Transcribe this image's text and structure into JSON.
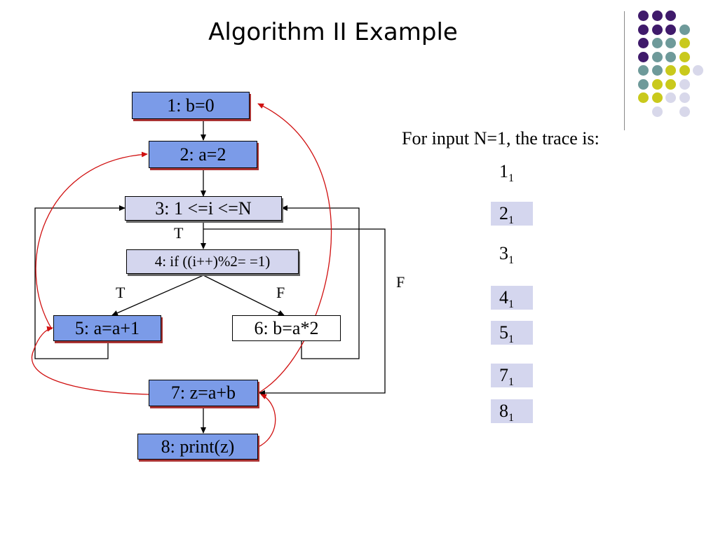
{
  "title": "Algorithm II Example",
  "flow": {
    "nodes": {
      "n1": "1:  b=0",
      "n2": "2: a=2",
      "n3": "3: 1 <=i <=N",
      "n4": "4: if ((i++)%2= =1)",
      "n5": "5:  a=a+1",
      "n6": "6:  b=a*2",
      "n7": "7: z=a+b",
      "n8": "8: print(z)"
    },
    "labels": {
      "t1": "T",
      "t2": "T",
      "f1": "F",
      "f2": "F"
    }
  },
  "trace": {
    "heading": "For input N=1, the trace is:",
    "items": [
      {
        "num": "1",
        "sub": "1",
        "highlight": false
      },
      {
        "num": "2",
        "sub": "1",
        "highlight": true
      },
      {
        "num": "3",
        "sub": "1",
        "highlight": false
      },
      {
        "num": "4",
        "sub": "1",
        "highlight": true
      },
      {
        "num": "5",
        "sub": "1",
        "highlight": true
      },
      {
        "num": "7",
        "sub": "1",
        "highlight": true
      },
      {
        "num": "8",
        "sub": "1",
        "highlight": true
      }
    ]
  },
  "colors": {
    "node_blue": "#7b9be8",
    "node_lavender": "#d4d6ee",
    "red_arrow": "#d01010",
    "dot_purple": "#3f1a6b",
    "dot_teal": "#6e9a9a",
    "dot_yellow": "#c9c91c",
    "dot_light": "#d8d8ea"
  },
  "decor": {
    "dot_grid": [
      [
        "purple",
        "purple",
        "purple",
        null
      ],
      [
        "purple",
        "purple",
        "purple",
        "teal"
      ],
      [
        "purple",
        "teal",
        "teal",
        "yellow"
      ],
      [
        "purple",
        "teal",
        "teal",
        "yellow",
        null
      ],
      [
        "teal",
        "teal",
        "yellow",
        "yellow",
        "light"
      ],
      [
        "teal",
        "yellow",
        "yellow",
        "light"
      ],
      [
        "yellow",
        "yellow",
        "light",
        "light"
      ],
      [
        null,
        "light",
        null,
        "light"
      ]
    ]
  }
}
